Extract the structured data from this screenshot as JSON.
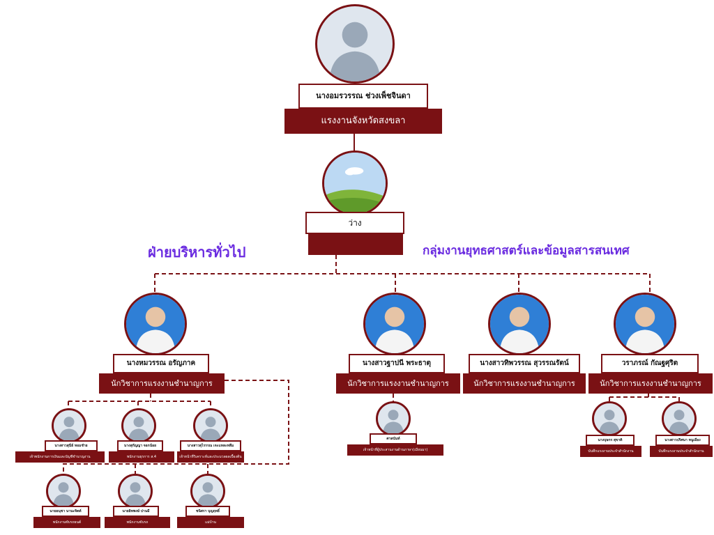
{
  "colors": {
    "primary": "#7a1114",
    "heading": "#6a2be0",
    "background": "#ffffff"
  },
  "chief": {
    "name": "นางอมรวรรณ ช่วงเพ็ชจินดา",
    "title": "แรงงานจังหวัดสงขลา"
  },
  "deputy": {
    "name": "ว่าง",
    "title": ""
  },
  "sections": {
    "general_admin": "ฝ่ายบริหารทั่วไป",
    "strategy_info": "กลุ่มงานยุทธศาสตร์และข้อมูลสารสนเทศ"
  },
  "officers": [
    {
      "name": "นางหมวรรณ อรัญภาค",
      "title": "นักวิชาการแรงงานชำนาญการ"
    },
    {
      "name": "นางสาวฐาปนี พระธาตุ",
      "title": "นักวิชาการแรงงานชำนาญการ"
    },
    {
      "name": "นางสาวทิพวรรณ สุวรรณรัตน์",
      "title": "นักวิชาการแรงงานชำนาญการ"
    },
    {
      "name": "วราภรณ์ กัณฐศุริต",
      "title": "นักวิชาการแรงงานชำนาญการ"
    }
  ],
  "admin_staff": [
    {
      "name": "นางสาวสุนีย์ หอมชำย",
      "title": "เจ้าพนักงานการเงินและบัญชีชำนาญงาน"
    },
    {
      "name": "นางสุกัญญา จอกน้อย",
      "title": "พนักงานธุรการ ส.4"
    },
    {
      "name": "นางสาวสุไรรรณ เจะแหละหลีม",
      "title": "เจ้าหน้าที่วิเคราะห์และประมวลผลเบื้องต้น"
    },
    {
      "name": "นายอนุชา นานะจิตต์",
      "title": "พนักงานขับรถยนต์"
    },
    {
      "name": "นายอิทพงษ์ ปานมี",
      "title": "พนักงานขับรถ"
    },
    {
      "name": "ชนิสรา บุญฤทธิ์",
      "title": "แม่บ้าน"
    }
  ],
  "strategy_staff": [
    {
      "name": "ศาสนันท์",
      "title": "เจ้าหน้าที่ผู้ประสานงานด้านภาษา(เมียนมา)"
    }
  ],
  "info_staff": [
    {
      "name": "นางบุษกร สุขาติ",
      "title": "บันทึกแรงงานประจำสำนักงาน"
    },
    {
      "name": "นางสาวปริศนา หนูเมือง",
      "title": "บันทึกแรงงานประจำสำนักงาน"
    }
  ]
}
